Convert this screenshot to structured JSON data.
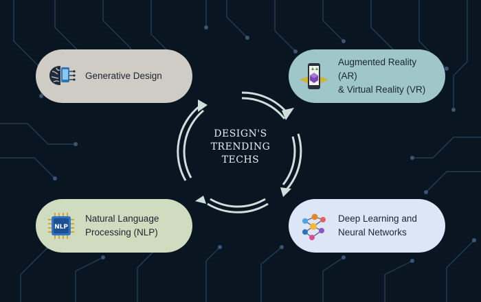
{
  "center": {
    "title": "DESIGN'S\nTRENDING\nTECHS"
  },
  "cards": [
    {
      "id": "gen",
      "label": "Generative Design",
      "color": "#cfcbc5",
      "icon": "ai-brain-icon"
    },
    {
      "id": "ar",
      "label": "Augmented Reality (AR)\n& Virtual Reality (VR)",
      "color": "#9fc7c9",
      "icon": "ar-phone-icon"
    },
    {
      "id": "nlp",
      "label": "Natural Language\nProcessing (NLP)",
      "color": "#cfdcbf",
      "icon": "nlp-chip-icon"
    },
    {
      "id": "dl",
      "label": "Deep Learning and\nNeural Networks",
      "color": "#dde6f6",
      "icon": "neural-network-icon"
    }
  ],
  "nlp_chip_text": "NLP",
  "colors": {
    "background": "#0a1522",
    "circuit": "#3a5570",
    "arrows": "#cfe0dc"
  }
}
